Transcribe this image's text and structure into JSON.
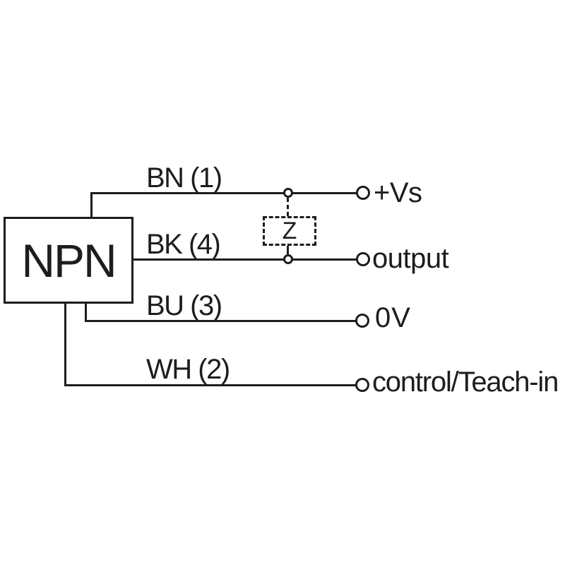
{
  "device": {
    "label": "NPN"
  },
  "impedance": {
    "label": "Z"
  },
  "wires": [
    {
      "id": "bn",
      "label": "BN (1)",
      "terminal": "+Vs"
    },
    {
      "id": "bk",
      "label": "BK (4)",
      "terminal": "output"
    },
    {
      "id": "bu",
      "label": "BU (3)",
      "terminal": "0V"
    },
    {
      "id": "wh",
      "label": "WH (2)",
      "terminal": "control/Teach-in"
    }
  ],
  "colors": {
    "ink": "#1d1d1b",
    "background": "#ffffff"
  }
}
